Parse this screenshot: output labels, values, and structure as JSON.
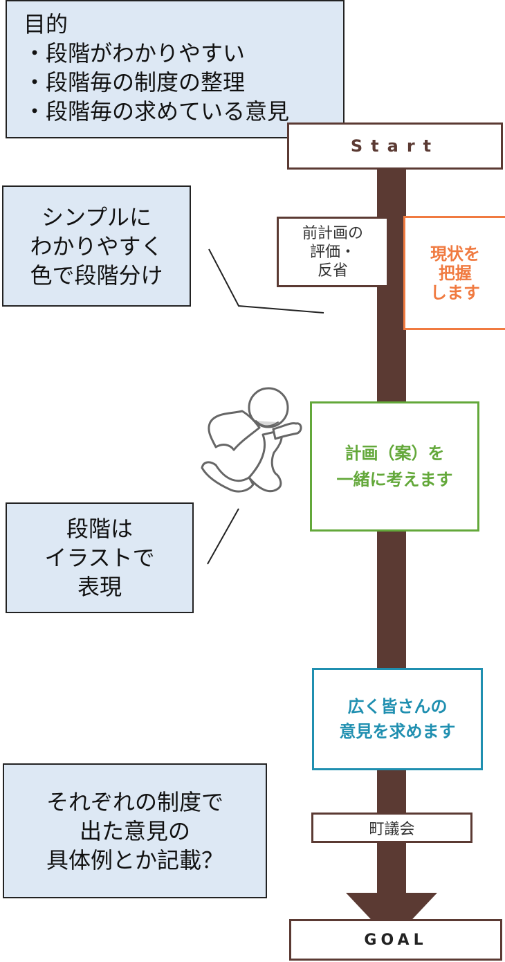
{
  "purpose": {
    "title": "目的",
    "items": [
      "・段階がわかりやすい",
      "・段階毎の制度の整理",
      "・段階毎の求めている意見"
    ]
  },
  "notes": {
    "simple_color": [
      "シンプルに",
      "わかりやすく",
      "色で段階分け"
    ],
    "illustration": [
      "段階は",
      "イラストで",
      "表現"
    ],
    "examples": [
      "それぞれの制度で",
      "出た意見の",
      "具体例とか記載？"
    ]
  },
  "flow": {
    "start": "Start",
    "review": [
      "前計画の",
      "評価・",
      "反省"
    ],
    "stage1": [
      "現状を",
      "把握",
      "します"
    ],
    "stage2": [
      "計画（案）を",
      "一緒に考えます"
    ],
    "stage3": [
      "広く皆さんの",
      "意見を求めます"
    ],
    "council": "町議会",
    "goal": "GOAL"
  },
  "colors": {
    "road": "#5b3a33",
    "stage1": "#f07a40",
    "stage2": "#63a83a",
    "stage3": "#1f8fb0",
    "note_fill": "#dde8f4"
  },
  "icons": [
    "running-person-icon"
  ]
}
